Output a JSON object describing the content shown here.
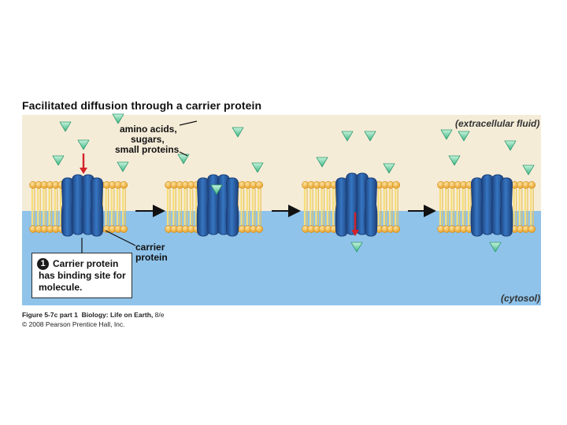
{
  "title": "Facilitated diffusion through a carrier protein",
  "labels": {
    "molecules": [
      "amino acids,",
      "sugars,",
      "small proteins"
    ],
    "carrier": [
      "carrier",
      "protein"
    ],
    "extracellular": "(extracellular fluid)",
    "cytosol": "(cytosol)"
  },
  "step": {
    "number": "1",
    "text": "Carrier protein has binding site for molecule."
  },
  "caption": {
    "figure": "Figure 5-7c part 1",
    "book_bold": "Biology: Life on Earth,",
    "edition": "8/e",
    "copyright": "© 2008 Pearson Prentice Hall, Inc."
  },
  "colors": {
    "extracellular": "#f5ecd8",
    "cytosol": "#8fc3ea",
    "protein": "#2a5fa5",
    "protein_dark": "#1c3f78",
    "lipid_head": "#f3b33c",
    "lipid_tail": "#f6de7a",
    "molecule": "#6ccfa4",
    "arrow_red": "#d3232a"
  }
}
